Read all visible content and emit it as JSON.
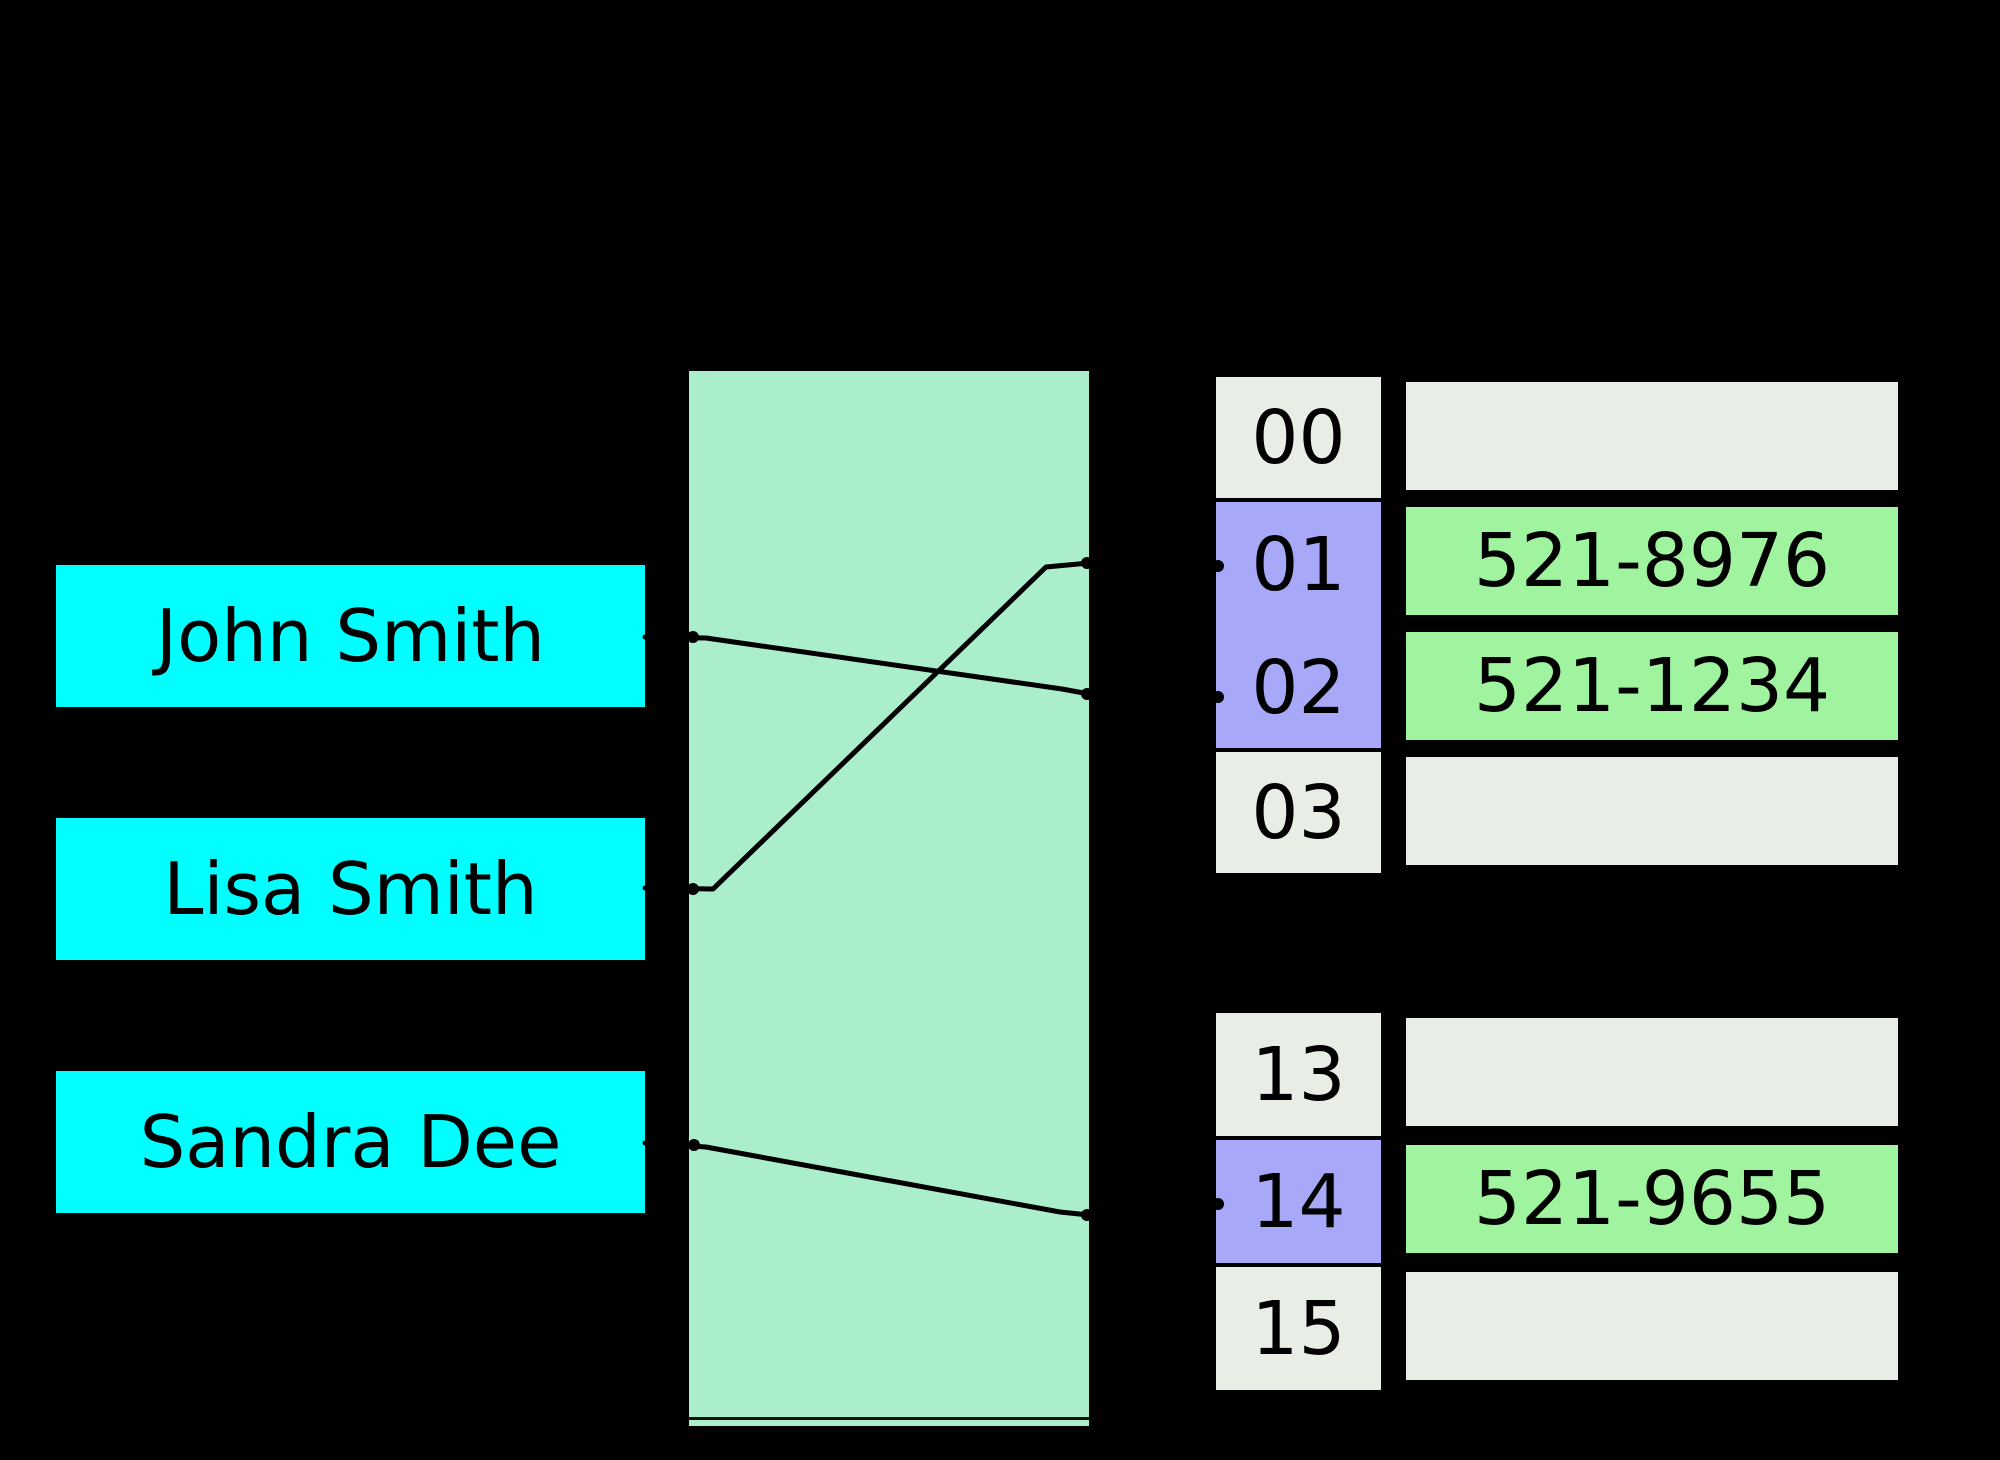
{
  "diagram": {
    "kind": "hash-table-diagram",
    "keys": [
      {
        "label": "John Smith",
        "maps_to_bucket": "02"
      },
      {
        "label": "Lisa Smith",
        "maps_to_bucket": "01"
      },
      {
        "label": "Sandra Dee",
        "maps_to_bucket": "14"
      }
    ],
    "tables": {
      "top": {
        "rows": [
          {
            "index": "00",
            "value": "",
            "highlighted": false
          },
          {
            "index": "01",
            "value": "521-8976",
            "highlighted": true
          },
          {
            "index": "02",
            "value": "521-1234",
            "highlighted": true
          },
          {
            "index": "03",
            "value": "",
            "highlighted": false
          }
        ]
      },
      "bottom": {
        "rows": [
          {
            "index": "13",
            "value": "",
            "highlighted": false
          },
          {
            "index": "14",
            "value": "521-9655",
            "highlighted": true
          },
          {
            "index": "15",
            "value": "",
            "highlighted": false
          }
        ]
      }
    },
    "palette": {
      "background": "#000000",
      "key_box": "#00ffff",
      "hash_box": "#aaeecb",
      "cell_light": "#e8eee5",
      "cell_index_highlight": "#a8a8f8",
      "cell_value_filled": "#a0f4a0",
      "line": "#000000",
      "text": "#000000"
    }
  }
}
